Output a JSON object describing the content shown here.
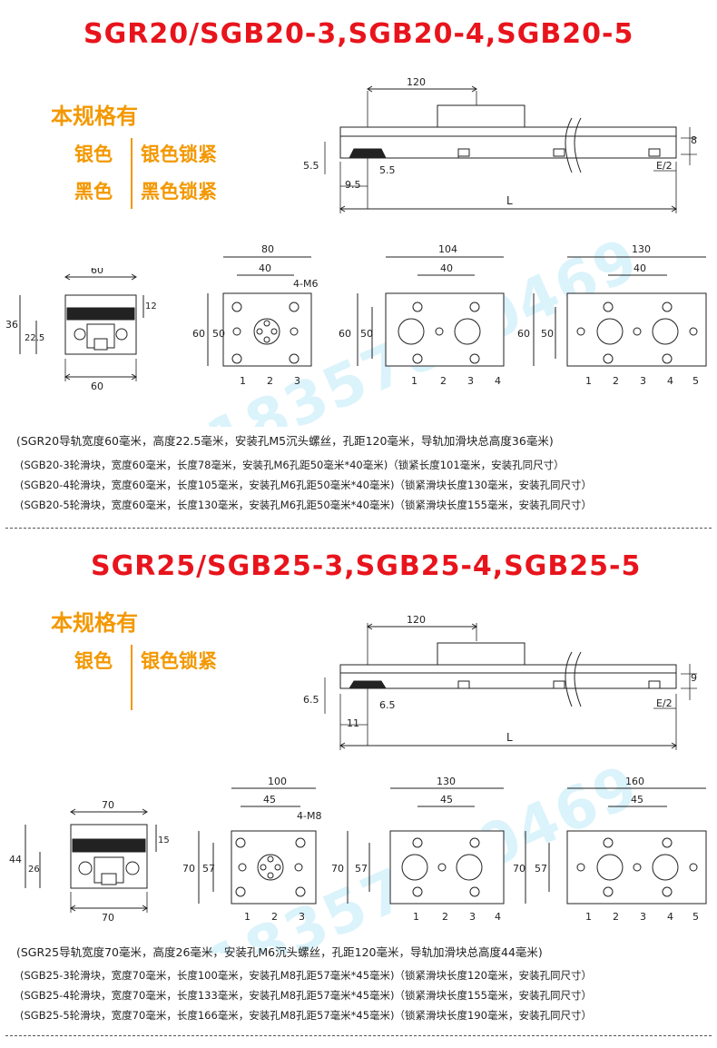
{
  "watermark": "18357860469",
  "sections": [
    {
      "title": "SGR20/SGB20-3,SGB20-4,SGB20-5",
      "spec_heading": "本规格有",
      "options": [
        {
          "left": "银色",
          "right": "银色锁紧"
        },
        {
          "left": "黑色",
          "right": "黑色锁紧"
        }
      ],
      "rail_drawing": {
        "hole_pitch": "120",
        "height": "8",
        "offset_vertical": "5.5",
        "counterbore": "5.5",
        "end_distance": "9.5",
        "half_e": "E/2",
        "length": "L"
      },
      "profile": {
        "top_width": "60",
        "bottom_width": "60",
        "height": "36",
        "rail_height": "22.5",
        "side": "12"
      },
      "blocks": [
        {
          "length": "80",
          "hole_span": "40",
          "width": "60",
          "hole_height": "50",
          "thread": "4-M6",
          "wheels": [
            "1",
            "2",
            "3"
          ]
        },
        {
          "length": "104",
          "hole_span": "40",
          "width": "60",
          "hole_height": "50",
          "thread": "",
          "wheels": [
            "1",
            "2",
            "3",
            "4"
          ]
        },
        {
          "length": "130",
          "hole_span": "40",
          "width": "60",
          "hole_height": "50",
          "thread": "",
          "wheels": [
            "1",
            "2",
            "3",
            "4",
            "5"
          ]
        }
      ],
      "notes": {
        "main": "(SGR20导轨宽度60毫米，高度22.5毫米，安装孔M5沉头螺丝，孔距120毫米，导轨加滑块总高度36毫米)",
        "lines": [
          "(SGB20-3轮滑块，宽度60毫米，长度78毫米，安装孔M6孔距50毫米*40毫米)（锁紧长度101毫米，安装孔同尺寸）",
          "(SGB20-4轮滑块，宽度60毫米，长度105毫米，安装孔M6孔距50毫米*40毫米)（锁紧滑块长度130毫米，安装孔同尺寸）",
          "(SGB20-5轮滑块，宽度60毫米，长度130毫米，安装孔M6孔距50毫米*40毫米)（锁紧滑块长度155毫米，安装孔同尺寸）"
        ]
      }
    },
    {
      "title": "SGR25/SGB25-3,SGB25-4,SGB25-5",
      "spec_heading": "本规格有",
      "options": [
        {
          "left": "银色",
          "right": "银色锁紧"
        }
      ],
      "rail_drawing": {
        "hole_pitch": "120",
        "height": "9",
        "offset_vertical": "6.5",
        "counterbore": "6.5",
        "end_distance": "11",
        "half_e": "E/2",
        "length": "L"
      },
      "profile": {
        "top_width": "70",
        "bottom_width": "70",
        "height": "44",
        "rail_height": "26",
        "side": "15"
      },
      "blocks": [
        {
          "length": "100",
          "hole_span": "45",
          "width": "70",
          "hole_height": "57",
          "thread": "4-M8",
          "wheels": [
            "1",
            "2",
            "3"
          ]
        },
        {
          "length": "130",
          "hole_span": "45",
          "width": "70",
          "hole_height": "57",
          "thread": "",
          "wheels": [
            "1",
            "2",
            "3",
            "4"
          ]
        },
        {
          "length": "160",
          "hole_span": "45",
          "width": "70",
          "hole_height": "57",
          "thread": "",
          "wheels": [
            "1",
            "2",
            "3",
            "4",
            "5"
          ]
        }
      ],
      "notes": {
        "main": "(SGR25导轨宽度70毫米，高度26毫米，安装孔M6沉头螺丝，孔距120毫米，导轨加滑块总高度44毫米)",
        "lines": [
          "(SGB25-3轮滑块，宽度70毫米，长度100毫米，安装孔M8孔距57毫米*45毫米)（锁紧滑块长度120毫米，安装孔同尺寸）",
          "(SGB25-4轮滑块，宽度70毫米，长度133毫米，安装孔M8孔距57毫米*45毫米)（锁紧滑块长度155毫米，安装孔同尺寸）",
          "(SGB25-5轮滑块，宽度70毫米，长度166毫米，安装孔M8孔距57毫米*45毫米)（锁紧滑块长度190毫米，安装孔同尺寸）"
        ]
      }
    }
  ]
}
